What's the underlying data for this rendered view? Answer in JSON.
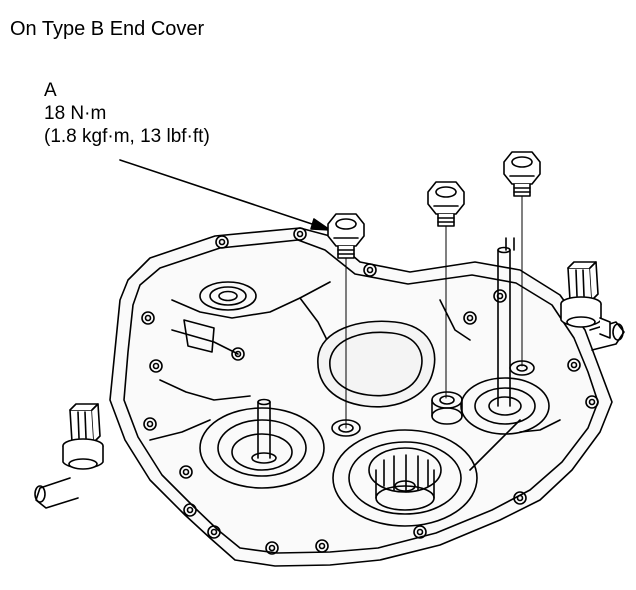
{
  "title": "On Type B End Cover",
  "callout": {
    "letter": "A",
    "torque": "18 N·m",
    "torque_alt": "(1.8 kgf·m, 13 lbf·ft)"
  },
  "parts": [
    "end-cover",
    "bolt-a",
    "bolt-2",
    "bolt-3",
    "connector-right",
    "connector-left"
  ]
}
